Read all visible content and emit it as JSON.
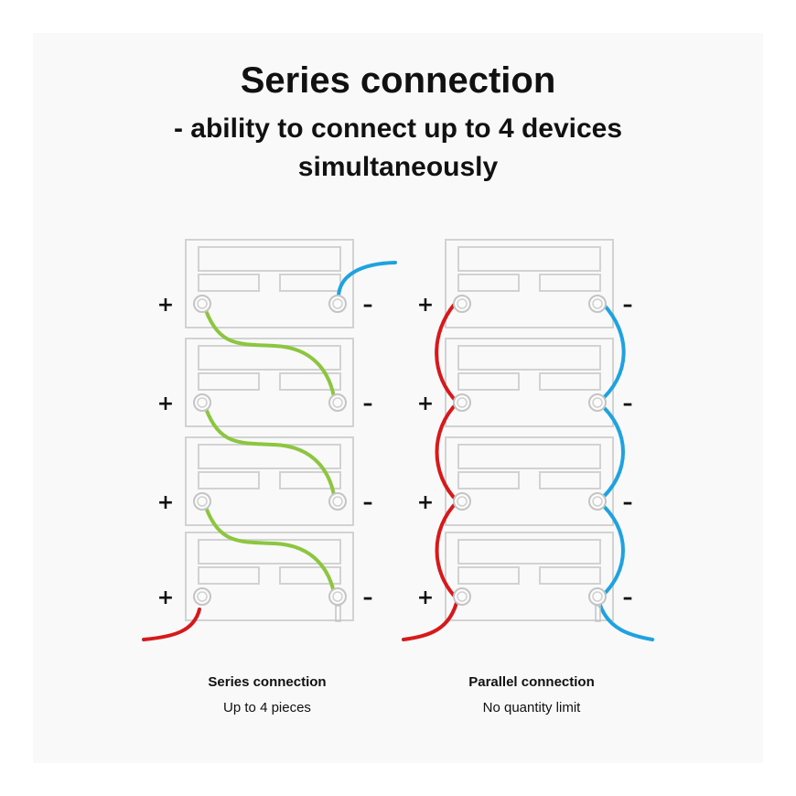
{
  "heading": {
    "title": "Series connection",
    "subtitle_line1": "- ability to connect up to 4 devices",
    "subtitle_line2": "simultaneously"
  },
  "series": {
    "caption_title": "Series connection",
    "caption_sub": "Up to 4 pieces",
    "device_count": 4
  },
  "parallel": {
    "caption_title": "Parallel connection",
    "caption_sub": "No quantity limit",
    "device_count": 4
  },
  "symbols": {
    "plus": "+",
    "minus": "–"
  },
  "colors": {
    "background": "#f9f9f9",
    "device_outline": "#d2d2d2",
    "series_wire": "#8cc63f",
    "positive_wire": "#d7191c",
    "negative_wire": "#1fa3e0",
    "text": "#111111"
  }
}
